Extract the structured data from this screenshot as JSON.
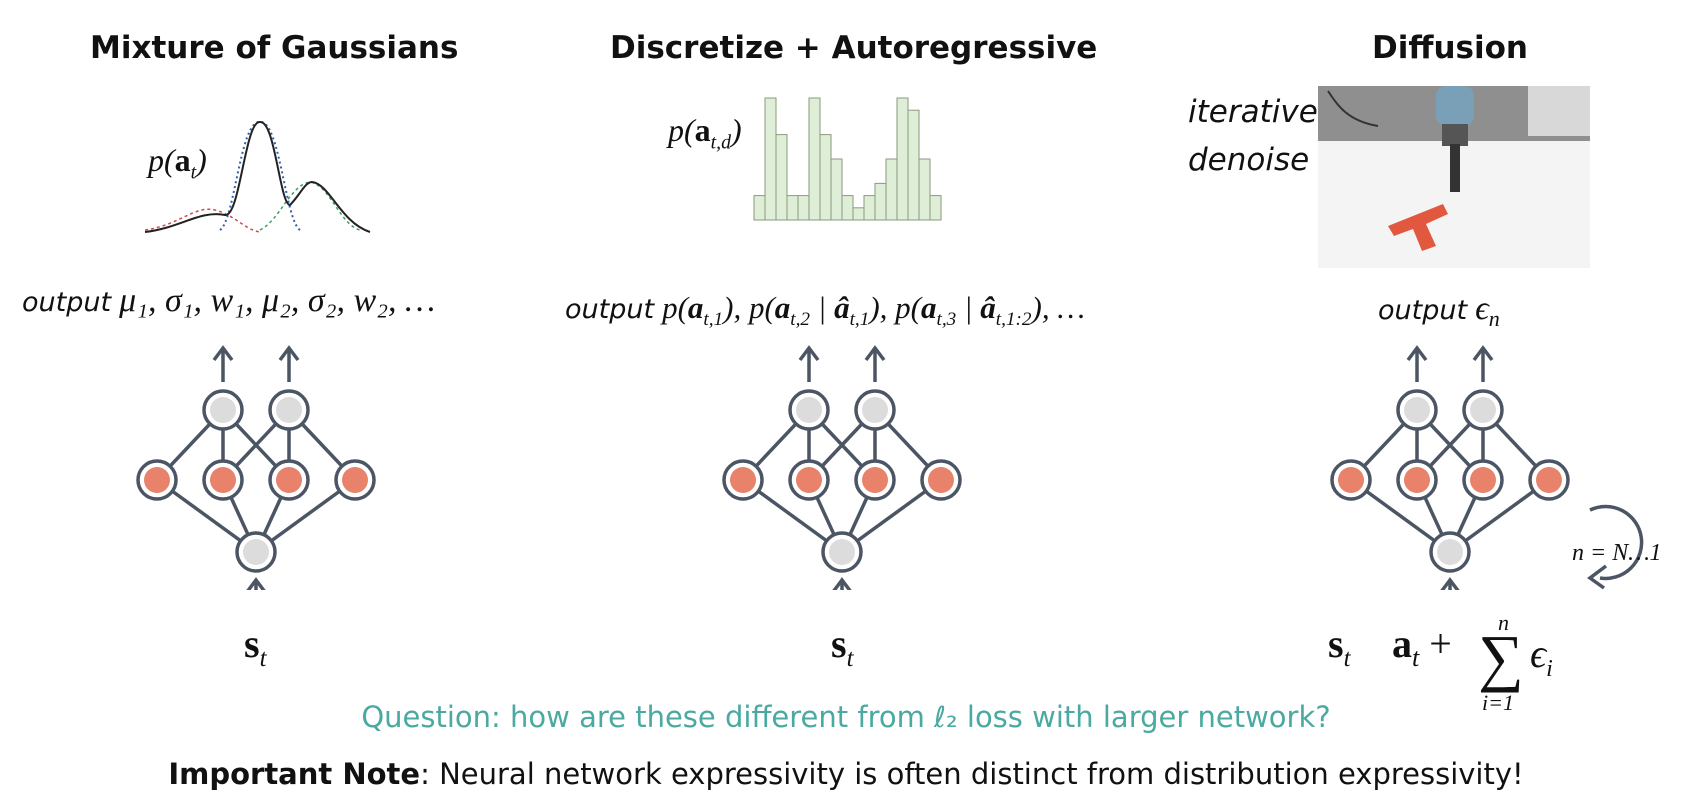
{
  "columns": {
    "mog": {
      "title": "Mixture of Gaussians",
      "dist_label": "p(a",
      "dist_sub": "t",
      "output_word": "output",
      "output_math": "μ₁, σ₁, w₁, μ₂, σ₂, w₂, …",
      "input_label": "s",
      "input_sub": "t"
    },
    "disc": {
      "title": "Discretize + Autoregressive",
      "dist_label": "p(a",
      "dist_sub": "t,d",
      "output_word": "output",
      "output_math": "p(a_{t,1}), p(a_{t,2} | â_{t,1}), p(a_{t,3} | â_{t,1:2}), …",
      "input_label": "s",
      "input_sub": "t"
    },
    "diff": {
      "title": "Diffusion",
      "caption_line1": "iteratively",
      "caption_line2": "denoise",
      "output_word": "output",
      "output_math": "ϵ",
      "output_sub": "n",
      "loop_label": "n = N…1",
      "input_label": "s",
      "input_sub": "t",
      "noisy_action": "a_t + Σ_{i=1}^{n} ϵ_i"
    }
  },
  "question": {
    "lead": "Question",
    "text": ": how are these different from ℓ₂ loss with larger network?"
  },
  "note": {
    "lead": "Important Note",
    "text": ": Neural network expressivity is often distinct from distribution expressivity!"
  },
  "colors": {
    "node_outer": "#4b5563",
    "node_gray": "#dcdcdc",
    "node_orange": "#e8826a",
    "question": "#4aa9a0",
    "histogram_fill": "#dfeed6",
    "histogram_stroke": "#8a9a80"
  },
  "histogram_values": [
    2,
    10,
    7,
    2,
    2,
    10,
    7,
    5,
    2,
    1,
    2,
    3,
    5,
    10,
    9,
    5,
    2
  ]
}
